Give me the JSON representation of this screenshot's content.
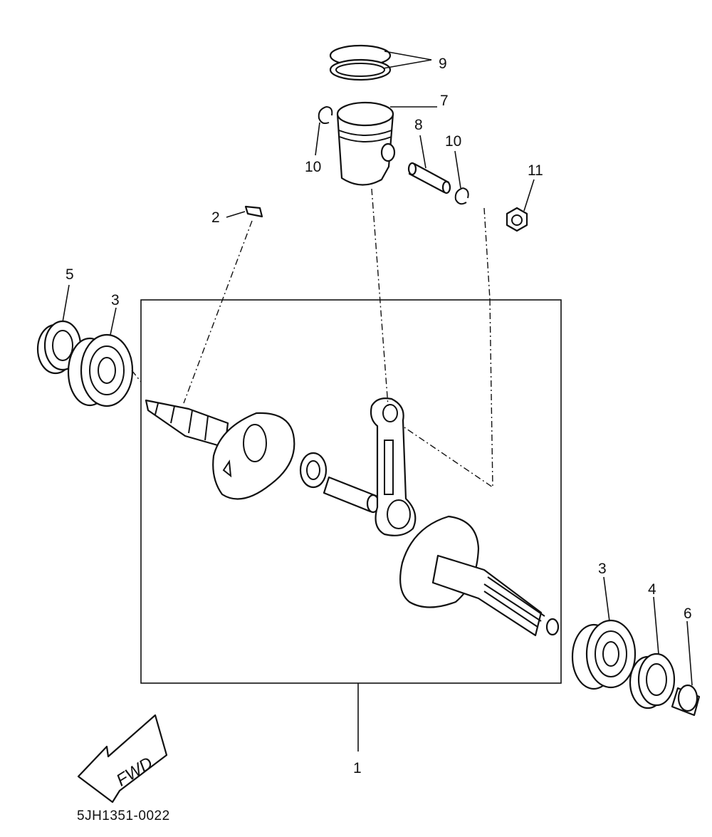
{
  "labels": {
    "assembly": "1",
    "key": "2",
    "bearing_left": "3",
    "bearing_right": "3",
    "oil_seal_right": "4",
    "oil_seal_left": "5",
    "collar": "6",
    "piston": "7",
    "piston_pin": "8",
    "piston_rings": "9",
    "circlip_left": "10",
    "circlip_right": "10",
    "small_end_bearing": "11"
  },
  "direction_label": "FWD",
  "figure_code": "5JH1351-0022"
}
